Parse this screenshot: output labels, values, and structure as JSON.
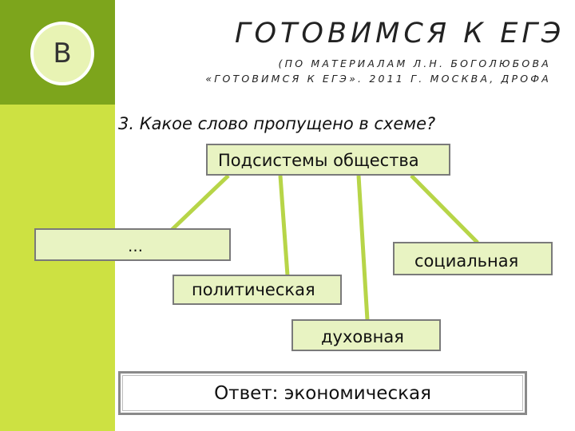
{
  "badge": {
    "letter": "B"
  },
  "header": {
    "title": "ГОТОВИМСЯ К ЕГЭ",
    "subtitle_line1": "(ПО МАТЕРИАЛАМ Л.Н. БОГОЛЮБОВА",
    "subtitle_line2": "«ГОТОВИМСЯ К ЕГЭ». 2011 Г. МОСКВА, ДРОФА"
  },
  "question": "3. Какое слово пропущено в схеме?",
  "diagram": {
    "root": "Подсистемы общества",
    "children": {
      "unknown": "…",
      "social": "социальная",
      "political": "политическая",
      "spiritual": "духовная"
    }
  },
  "answer": "Ответ: экономическая",
  "colors": {
    "sidebar_dark": "#7da51c",
    "sidebar_light": "#cde142",
    "box_fill": "#e8f3c2",
    "connector": "#b7d548"
  }
}
